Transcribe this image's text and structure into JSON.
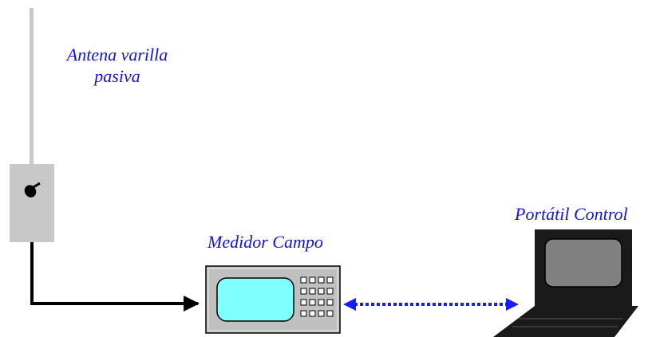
{
  "labels": {
    "antenna_line1": "Antena varilla",
    "antenna_line2": "pasiva",
    "meter": "Medidor Campo",
    "laptop": "Portátil Control"
  },
  "colors": {
    "label_text": "#1414d2",
    "antenna_rod": "#c8c8c8",
    "antenna_box": "#c8c8c8",
    "cable": "#000000",
    "meter_body": "#c0c0c0",
    "meter_screen": "#80ffff",
    "link_arrow": "#1a1aff",
    "laptop_body": "#1a1a1a",
    "laptop_screen": "#808080"
  },
  "icons": {
    "antenna": "antenna-rod-icon",
    "connector": "connector-plug-icon",
    "meter": "field-meter-icon",
    "laptop": "laptop-icon"
  }
}
